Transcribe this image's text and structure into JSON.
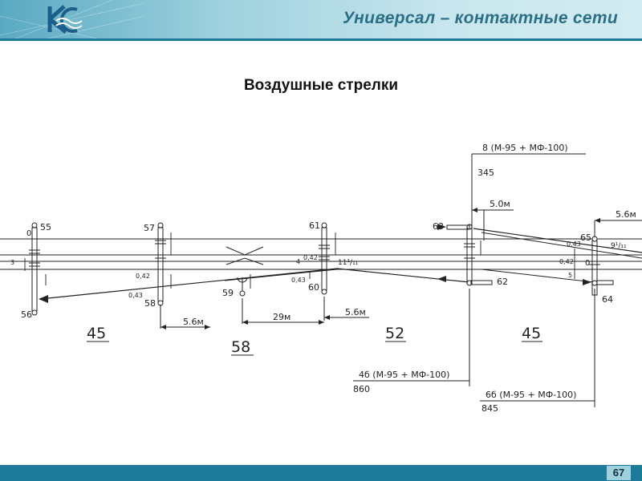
{
  "header": {
    "title": "Универсал – контактные сети"
  },
  "slide": {
    "heading": "Воздушные стрелки",
    "page_number": "67"
  },
  "colors": {
    "header_bar": "#1d7a99",
    "title": "#2a6f86",
    "page_box": "#9fd0de"
  },
  "diagram": {
    "cable_labels": {
      "top": "8 (М-95 + МФ-100)",
      "lower_left": "4б (М-95 + МФ-100)",
      "lower_right": "6б (М-95 + МФ-100)"
    },
    "lengths": {
      "top": "345",
      "lower_left": "860",
      "lower_right": "845"
    },
    "spans": {
      "s1": "45",
      "s2": "58",
      "s3": "52",
      "s4": "45"
    },
    "dimensions": {
      "d1": "5.6м",
      "d2": "29м",
      "d3": "5.6м",
      "d4": "5.0м",
      "d5": "5.6м"
    },
    "supports": {
      "p55": "55",
      "p56": "56",
      "p57": "57",
      "p58": "58",
      "p59": "59",
      "p60": "60",
      "p61": "61",
      "p62": "62",
      "p63": "63",
      "p64": "64",
      "p65": "65"
    },
    "offsets": {
      "o1": "0,42",
      "o2": "0,43",
      "o3": "0,42",
      "o4": "0,43",
      "o5": "0,43",
      "o6": "0,42",
      "o7": "3",
      "o8": "4",
      "o9": "5",
      "o10": "0",
      "o11": "0"
    },
    "angles": {
      "a1": "11¹/₁₁",
      "a2": "9¹/₁₁"
    }
  }
}
